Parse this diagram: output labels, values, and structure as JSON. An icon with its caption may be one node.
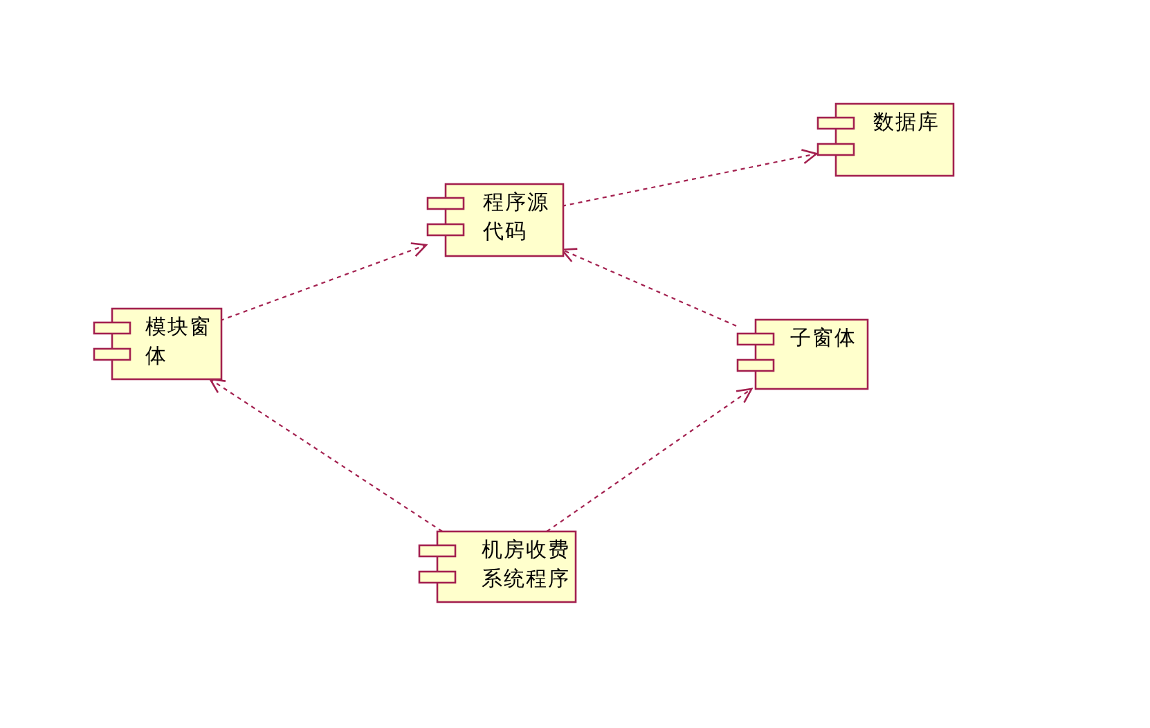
{
  "diagram": {
    "nodes": [
      {
        "text": [
          "数据库"
        ]
      },
      {
        "text": [
          "程序源代码"
        ]
      },
      {
        "text": [
          "模块窗体"
        ]
      },
      {
        "text": [
          "子窗体"
        ]
      },
      {
        "text": [
          "机房收费系统程序"
        ]
      }
    ],
    "edges": [
      {
        "from": 1,
        "to": 0,
        "arrow": "to",
        "style": "dashed"
      },
      {
        "from": 2,
        "to": 1,
        "arrow": "to",
        "style": "dashed"
      },
      {
        "from": 3,
        "to": 1,
        "arrow": "to",
        "style": "dashed"
      },
      {
        "from": 4,
        "to": 2,
        "arrow": "to",
        "style": "dashed"
      },
      {
        "from": 4,
        "to": 3,
        "arrow": "to",
        "style": "dashed"
      }
    ]
  }
}
